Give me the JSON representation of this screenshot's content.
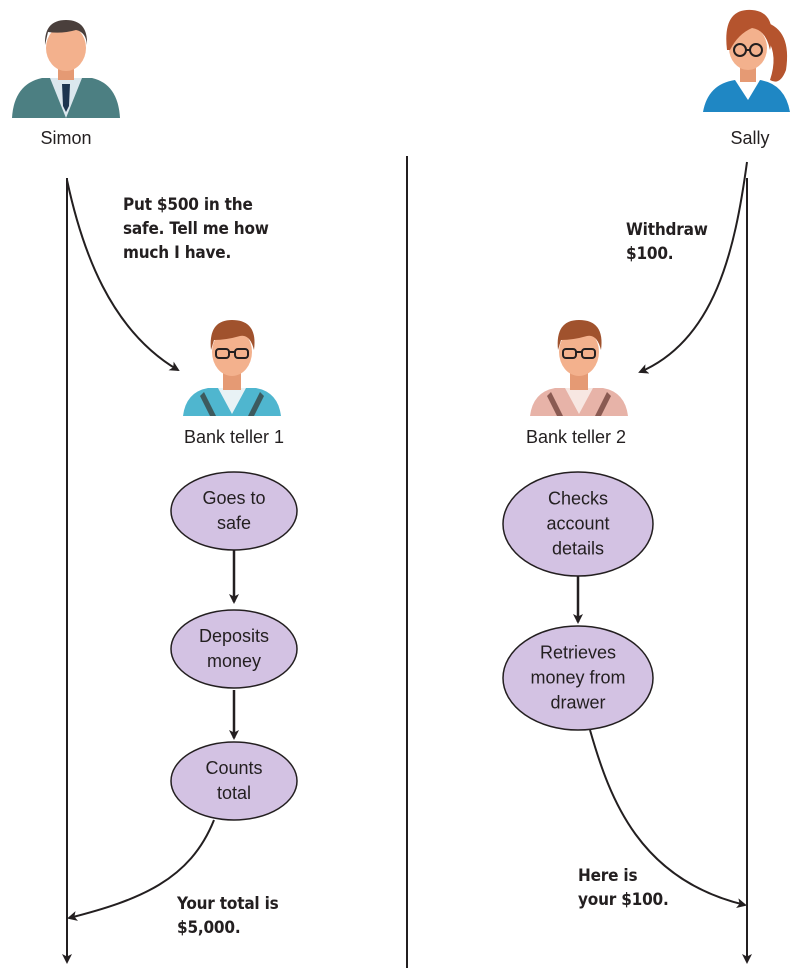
{
  "actors": {
    "customer_left": {
      "name": "Simon"
    },
    "customer_right": {
      "name": "Sally"
    },
    "teller_left": {
      "name": "Bank teller 1"
    },
    "teller_right": {
      "name": "Bank teller 2"
    }
  },
  "messages": {
    "simon_request": "Put $500 in the\nsafe. Tell me how\nmuch I have.",
    "sally_request": "Withdraw\n$100.",
    "teller1_reply": "Your total is\n$5,000.",
    "teller2_reply": "Here is\nyour $100."
  },
  "teller1_steps": [
    "Goes to\nsafe",
    "Deposits\nmoney",
    "Counts\ntotal"
  ],
  "teller2_steps": [
    "Checks\naccount\ndetails",
    "Retrieves\nmoney from\ndrawer"
  ],
  "colors": {
    "node_fill": "#d3c2e3",
    "node_stroke": "#231f20",
    "line": "#231f20",
    "teller1_shirt": "#4fb6cf",
    "teller2_shirt": "#e7b3a8",
    "simon_suit": "#4c7f82",
    "sally_jacket": "#1f87c4",
    "hair_brown": "#a0522d"
  }
}
